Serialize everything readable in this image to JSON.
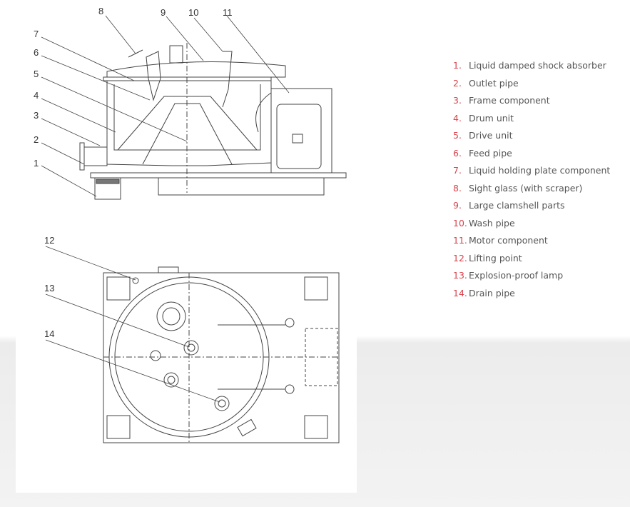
{
  "side_view_callouts": [
    "1",
    "2",
    "3",
    "4",
    "5",
    "6",
    "7",
    "8",
    "9",
    "10",
    "11"
  ],
  "top_view_callouts": [
    "12",
    "13",
    "14"
  ],
  "legend": [
    {
      "num": "1.",
      "text": "Liquid damped shock absorber"
    },
    {
      "num": "2.",
      "text": "Outlet pipe"
    },
    {
      "num": "3.",
      "text": "Frame component"
    },
    {
      "num": "4.",
      "text": "Drum unit"
    },
    {
      "num": "5.",
      "text": "Drive unit"
    },
    {
      "num": "6.",
      "text": "Feed pipe"
    },
    {
      "num": "7.",
      "text": "Liquid holding plate component"
    },
    {
      "num": "8.",
      "text": "Sight glass (with scraper)"
    },
    {
      "num": "9.",
      "text": "Large clamshell parts"
    },
    {
      "num": "10.",
      "text": "Wash pipe"
    },
    {
      "num": "11.",
      "text": "Motor component"
    },
    {
      "num": "12.",
      "text": "Lifting point"
    },
    {
      "num": "13.",
      "text": "Explosion-proof lamp"
    },
    {
      "num": "14.",
      "text": "Drain pipe"
    }
  ],
  "colors": {
    "legend_number": "#d9434e",
    "legend_text": "#555555",
    "line": "#444444"
  }
}
